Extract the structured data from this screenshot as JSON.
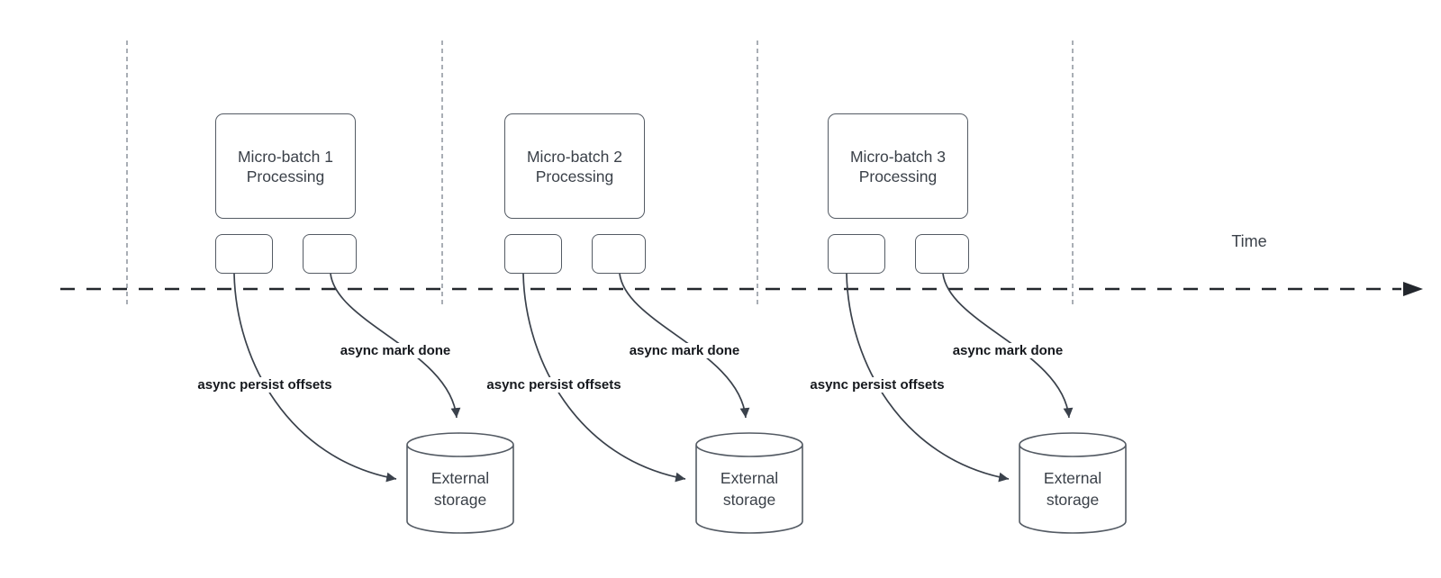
{
  "colors": {
    "background": "#ffffff",
    "stroke": "#545b64",
    "arrow": "#3a414b",
    "guide": "#a9aeb5",
    "timeline": "#23272d",
    "text": "#3b4149",
    "label_text": "#15181d"
  },
  "timeline": {
    "label": "Time"
  },
  "lanes": [
    {
      "box_label": "Micro-batch 1\nProcessing",
      "persist_label": "async persist offsets",
      "mark_done_label": "async mark done",
      "storage_label": "External\nstorage"
    },
    {
      "box_label": "Micro-batch 2\nProcessing",
      "persist_label": "async persist offsets",
      "mark_done_label": "async mark done",
      "storage_label": "External\nstorage"
    },
    {
      "box_label": "Micro-batch 3\nProcessing",
      "persist_label": "async persist offsets",
      "mark_done_label": "async mark done",
      "storage_label": "External\nstorage"
    }
  ]
}
